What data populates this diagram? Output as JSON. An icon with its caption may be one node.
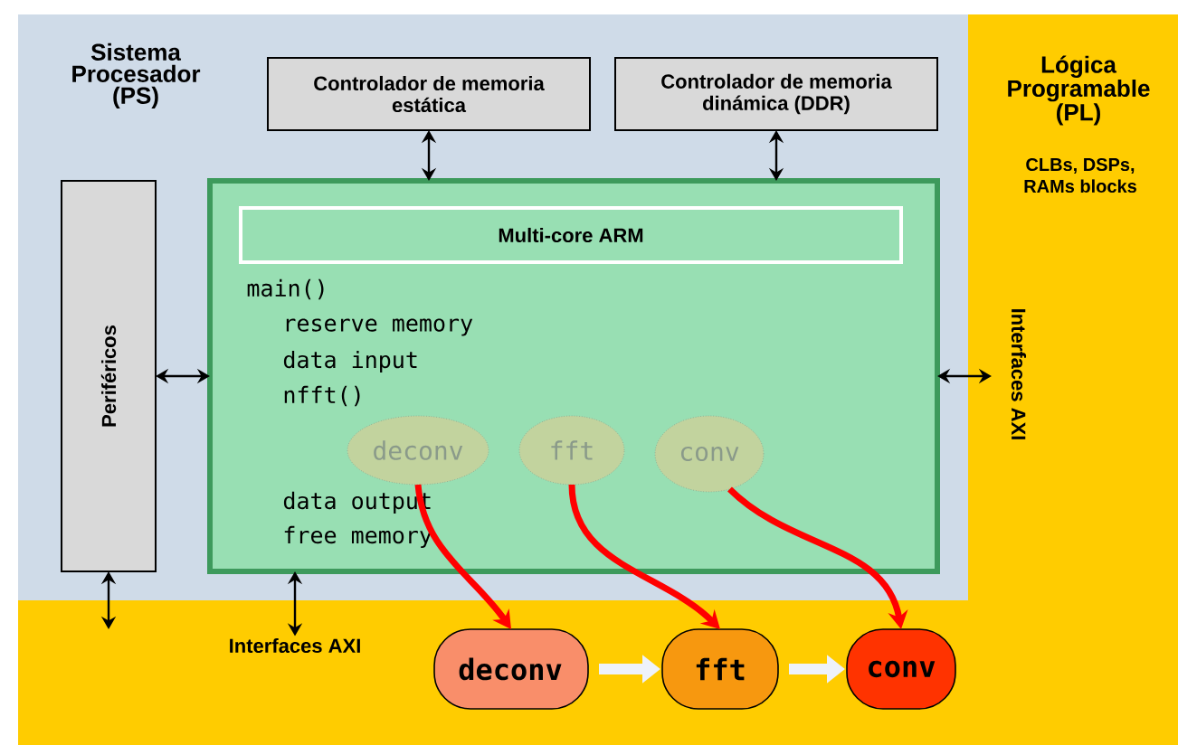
{
  "diagram": {
    "nodes": [
      {
        "text": [
          "Sistema Procesador (PS)"
        ]
      },
      {
        "text": [
          "Lógica Programable (PL)",
          "CLBs, DSPs, RAMs blocks"
        ]
      },
      {
        "text": [
          "Controlador de memoria estática"
        ],
        "in": 0
      },
      {
        "text": [
          "Controlador de memoria dinámica (DDR)"
        ],
        "in": 0
      },
      {
        "text": [
          "Periféricos"
        ],
        "in": 0
      },
      {
        "text": [
          "main()",
          "reserve memory",
          "data input",
          "nfft()",
          "data output",
          "free memory"
        ],
        "in": 0
      },
      {
        "text": [
          "Multi-core ARM"
        ],
        "in": 5
      },
      {
        "text": [
          "deconv"
        ],
        "in": 5
      },
      {
        "text": [
          "fft"
        ],
        "in": 5
      },
      {
        "text": [
          "conv"
        ],
        "in": 5
      },
      {
        "text": [
          "deconv"
        ]
      },
      {
        "text": [
          "fft"
        ]
      },
      {
        "text": [
          "conv"
        ]
      },
      {
        "text": [
          "Interfaces AXI"
        ]
      }
    ],
    "edges": [
      {
        "from": 2,
        "to": 5,
        "arrow": "both"
      },
      {
        "from": 3,
        "to": 5,
        "arrow": "both"
      },
      {
        "from": 4,
        "to": 5,
        "arrow": "both"
      },
      {
        "from": 5,
        "to": 1,
        "arrow": "both"
      },
      {
        "from": 4,
        "to": null,
        "arrow": "both"
      },
      {
        "from": 5,
        "to": 13,
        "arrow": "both"
      },
      {
        "from": 7,
        "to": 10,
        "arrow": "to",
        "style": "thick",
        "color": "#ff0000"
      },
      {
        "from": 8,
        "to": 11,
        "arrow": "to",
        "style": "thick",
        "color": "#ff0000"
      },
      {
        "from": 9,
        "to": 12,
        "arrow": "to",
        "style": "thick",
        "color": "#ff0000"
      },
      {
        "from": 10,
        "to": 11,
        "arrow": "to",
        "style": "thick",
        "color": "#eef2fa"
      },
      {
        "from": 11,
        "to": 12,
        "arrow": "to",
        "style": "thick",
        "color": "#eef2fa"
      }
    ],
    "labels": [
      "Interfaces AXI"
    ]
  }
}
